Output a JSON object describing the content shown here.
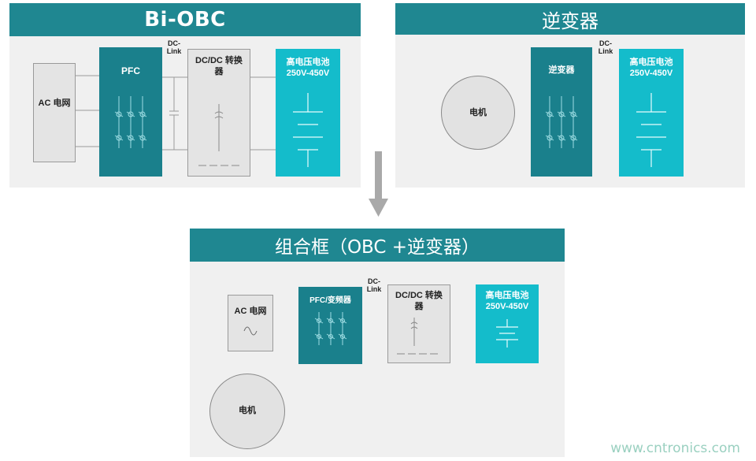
{
  "panel1": {
    "title": "Bi-OBC",
    "ac_label": "AC 电网",
    "pfc_label": "PFC",
    "dclink_label_1": "DC-",
    "dclink_label_2": "Link",
    "dcdc_label_1": "DC/DC 转换",
    "dcdc_label_2": "器",
    "battery_label_1": "高电压电池",
    "battery_label_2": "250V-450V"
  },
  "panel2": {
    "title": "逆变器",
    "motor_label": "电机",
    "inverter_label": "逆变器",
    "dclink_label_1": "DC-",
    "dclink_label_2": "Link",
    "battery_label_1": "高电压电池",
    "battery_label_2": "250V-450V"
  },
  "panel3": {
    "title": "组合框（OBC +逆变器）",
    "ac_label": "AC 电网",
    "pfc_label": "PFC/变频器",
    "dclink_label_1": "DC-",
    "dclink_label_2": "Link",
    "dcdc_label_1": "DC/DC 转换",
    "dcdc_label_2": "器",
    "battery_label_1": "高电压电池",
    "battery_label_2": "250V-450V",
    "motor_label": "电机"
  },
  "watermark": "www.cntronics.com",
  "colors": {
    "header": "#1f8791",
    "pfc": "#1a808c",
    "battery": "#14bccb",
    "panel": "#f0f0f0",
    "arrow": "#a9a9a9"
  }
}
